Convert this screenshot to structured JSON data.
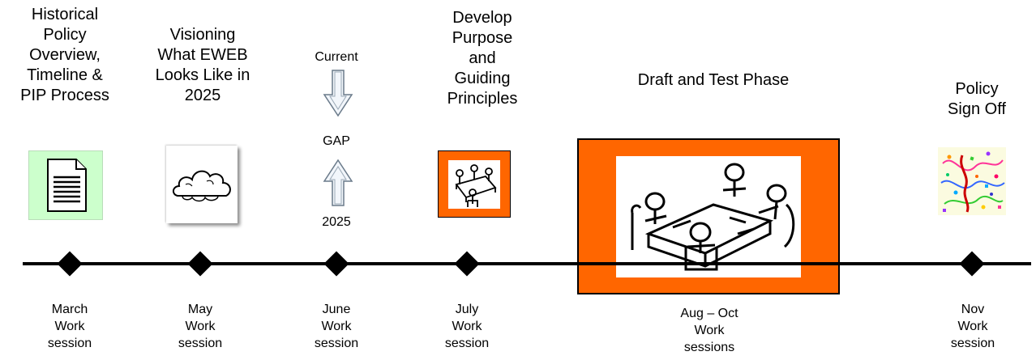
{
  "milestones": [
    {
      "title": "Historical\nPolicy\nOverview,\nTimeline &\nPIP Process",
      "label": "March\nWork\nsession"
    },
    {
      "title": "Visioning\nWhat EWEB\nLooks Like in\n2025",
      "label": "May\nWork\nsession"
    },
    {
      "title": "",
      "label": "June\nWork\nsession"
    },
    {
      "title": "Develop\nPurpose\nand\nGuiding\nPrinciples",
      "label": "July\nWork\nsession"
    },
    {
      "title": "Draft and Test Phase",
      "label": "Aug – Oct\nWork\nsessions"
    },
    {
      "title": "Policy\nSign Off",
      "label": "Nov\nWork\nsession"
    }
  ],
  "gap": {
    "current": "Current",
    "gap": "GAP",
    "year": "2025"
  },
  "colors": {
    "accent": "#ff6600",
    "document_bg": "#ccffcc",
    "line": "#000000"
  },
  "icons": [
    "document-icon",
    "cloud-icon",
    "arrow-down-icon",
    "arrow-up-icon",
    "meeting-icon",
    "meeting-large-icon",
    "confetti-icon"
  ]
}
